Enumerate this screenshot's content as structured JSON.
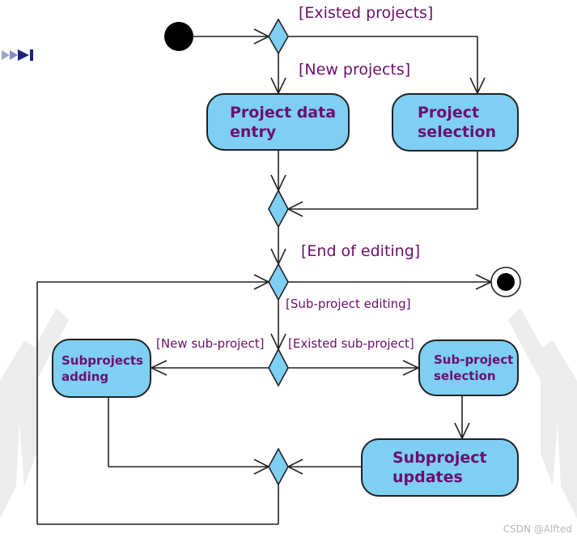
{
  "guards": {
    "existed_projects": "[Existed projects]",
    "new_projects": "[New projects]",
    "end_of_editing": "[End of editing]",
    "sub_project_editing": "[Sub-project editing]",
    "new_sub_project": "[New sub-project]",
    "existed_sub_project": "[Existed sub-project]"
  },
  "nodes": {
    "project_data_entry": "Project data\nentry",
    "project_selection": "Project\nselection",
    "subprojects_adding": "Subprojects\n adding",
    "sub_project_selection": "Sub-project\nselection",
    "subproject_updates": "Subproject\nupdates"
  },
  "watermark": "CSDN @Alfted",
  "colors": {
    "node_fill": "#7ecff3",
    "diamond_fill": "#7ecff3",
    "text": "#6b0f6b",
    "line": "#222222",
    "nav_arrow": "#1a237e"
  },
  "icons": [
    "fast-forward-icon"
  ]
}
